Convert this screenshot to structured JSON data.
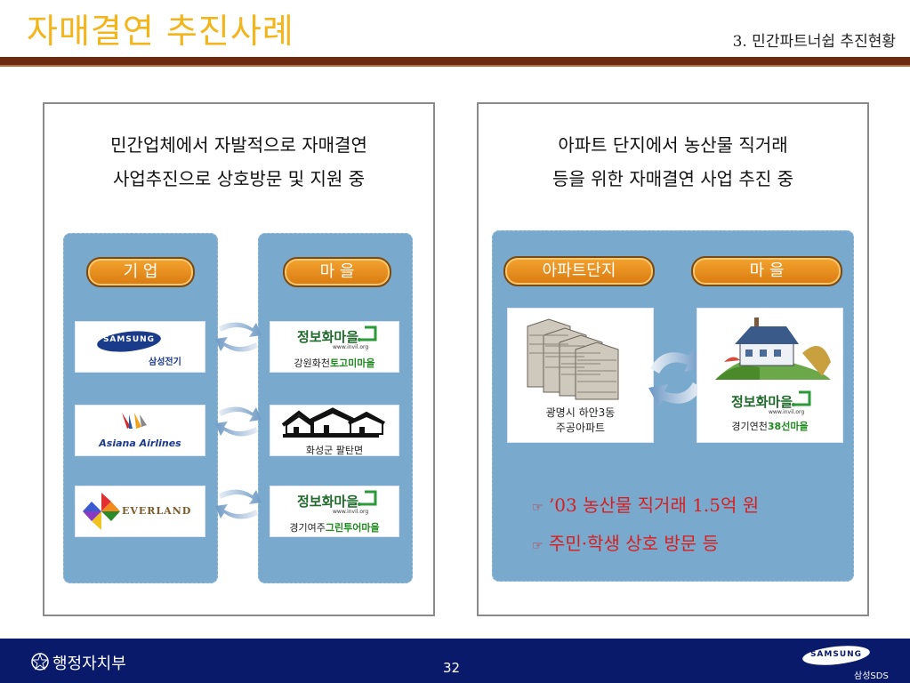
{
  "header": {
    "title": "자매결연 추진사례",
    "section": "3. 민간파트너쉽 추진현황"
  },
  "left_panel": {
    "line1": "민간업체에서 자발적으로 자매결연",
    "line2": "사업추진으로 상호방문 및 지원 중",
    "company_pill": "기 업",
    "village_pill": "마 을",
    "companies": [
      {
        "logo": "SAMSUNG",
        "sub": "삼성전기"
      },
      {
        "logo": "Asiana Airlines"
      },
      {
        "logo": "EVERLAND"
      }
    ],
    "villages": [
      {
        "brand": "정보화마을",
        "url": "www.invil.org",
        "prefix": "강원화천",
        "name": "토고미마을"
      },
      {
        "caption": "화성군 팔탄면"
      },
      {
        "brand": "정보화마을",
        "url": "www.invil.org",
        "prefix": "경기여주",
        "name": "그린투어마을"
      }
    ]
  },
  "right_panel": {
    "line1": "아파트 단지에서 농산물 직거래",
    "line2": "등을 위한 자매결연 사업 추진 중",
    "apt_pill": "아파트단지",
    "village_pill": "마 을",
    "apt_caption1": "광명시 하안3동",
    "apt_caption2": "주공아파트",
    "village_brand": "정보화마을",
    "village_url": "www.invil.org",
    "village_prefix": "경기연천",
    "village_name": "38선마을",
    "bullets": [
      "’03 농산물 직거래 1.5억 원",
      "주민·학생 상호 방문 등"
    ],
    "bullet_icon": "pointing-hand-icon"
  },
  "footer": {
    "ministry": "행정자치부",
    "page": "32",
    "brand": "SAMSUNG",
    "brand_sub": "삼성SDS"
  },
  "colors": {
    "title": "#f2b51c",
    "rule": "#6b2a12",
    "blue_box": "#79aace",
    "pill": "#e48a18",
    "bullet": "#d81e1e",
    "footer": "#0a1a6a"
  }
}
